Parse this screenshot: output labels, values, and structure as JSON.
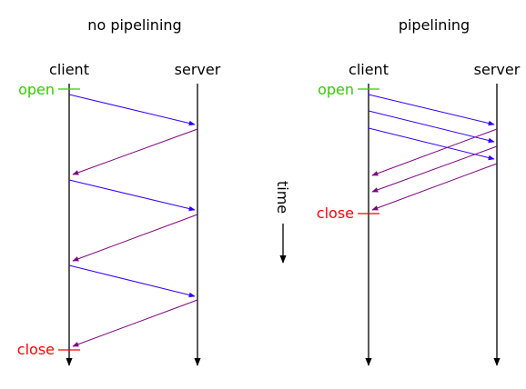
{
  "diagrams": {
    "left": {
      "title": "no pipelining",
      "client_label": "client",
      "server_label": "server",
      "open_label": "open",
      "close_label": "close"
    },
    "right": {
      "title": "pipelining",
      "client_label": "client",
      "server_label": "server",
      "open_label": "open",
      "close_label": "close"
    }
  },
  "time_label": "time",
  "colors": {
    "request": "#3300ff",
    "response": "#800080",
    "open": "#33cc00",
    "close": "#ff0000",
    "timeline": "#000000"
  }
}
